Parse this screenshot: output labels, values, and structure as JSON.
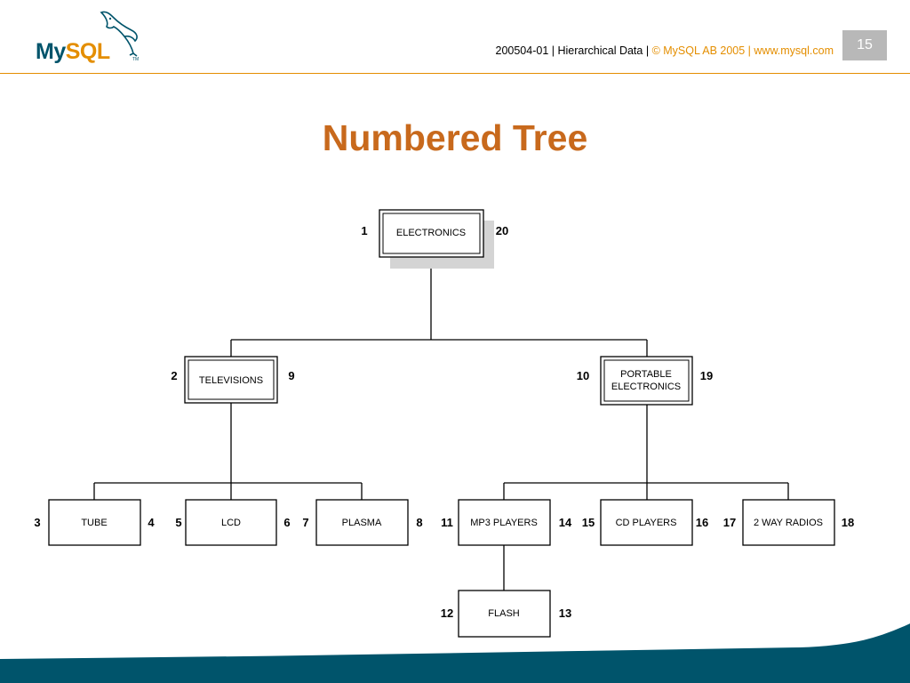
{
  "header": {
    "logo_my": "My",
    "logo_sql": "SQL",
    "logo_tm": "TM",
    "doc_id": "200504-01",
    "sep1": " | ",
    "topic": "Hierarchical Data",
    "sep2": " | ",
    "copyright": "© MySQL AB 2005",
    "sep3": " | ",
    "url": "www.mysql.com",
    "page_number": "15"
  },
  "title": "Numbered Tree",
  "colors": {
    "accent": "#e48e00",
    "title": "#c8691c",
    "footer": "#00546b"
  },
  "tree": {
    "electronics": {
      "label": "ELECTRONICS",
      "left": "1",
      "right": "20"
    },
    "televisions": {
      "label": "TELEVISIONS",
      "left": "2",
      "right": "9"
    },
    "portable": {
      "label_line1": "PORTABLE",
      "label_line2": "ELECTRONICS",
      "left": "10",
      "right": "19"
    },
    "tube": {
      "label": "TUBE",
      "left": "3",
      "right": "4"
    },
    "lcd": {
      "label": "LCD",
      "left": "5",
      "right": "6"
    },
    "plasma": {
      "label": "PLASMA",
      "left": "7",
      "right": "8"
    },
    "mp3": {
      "label": "MP3 PLAYERS",
      "left": "11",
      "right": "14"
    },
    "cd": {
      "label": "CD PLAYERS",
      "left": "15",
      "right": "16"
    },
    "radios": {
      "label": "2 WAY RADIOS",
      "left": "17",
      "right": "18"
    },
    "flash": {
      "label": "FLASH",
      "left": "12",
      "right": "13"
    }
  }
}
